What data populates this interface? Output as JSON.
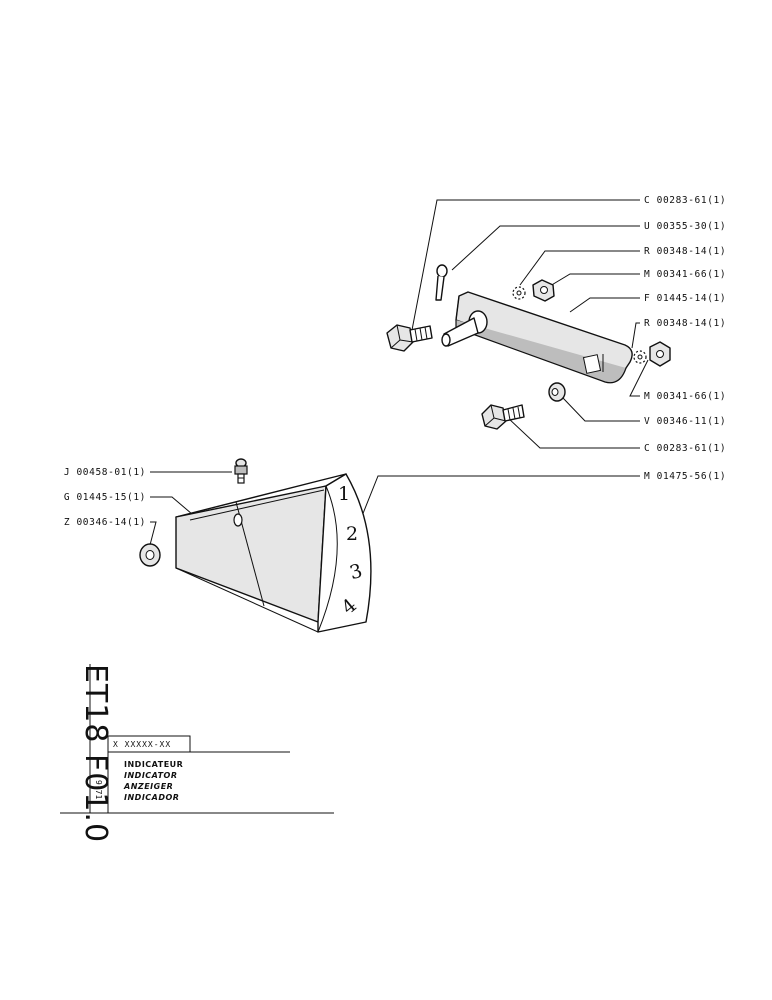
{
  "callouts_right": [
    {
      "text": "C 00283-61(1)"
    },
    {
      "text": "U 00355-30(1)"
    },
    {
      "text": "R 00348-14(1)"
    },
    {
      "text": "M 00341-66(1)"
    },
    {
      "text": "F 01445-14(1)"
    },
    {
      "text": "R 00348-14(1)"
    },
    {
      "text": "M 00341-66(1)"
    },
    {
      "text": "V 00346-11(1)"
    },
    {
      "text": "C 00283-61(1)"
    },
    {
      "text": "M 01475-56(1)"
    }
  ],
  "callouts_left": [
    {
      "text": "J 00458-01(1)"
    },
    {
      "text": "G 01445-15(1)"
    },
    {
      "text": "Z 00346-14(1)"
    }
  ],
  "dial_numbers": [
    "1",
    "2",
    "3",
    "4"
  ],
  "title_block": {
    "drawing_code": "ET18 F01.0",
    "date": "9-71",
    "reference": "X XXXXX-XX",
    "names": [
      "INDICATEUR",
      "INDICATOR",
      "ANZEIGER",
      "INDICADOR"
    ]
  }
}
